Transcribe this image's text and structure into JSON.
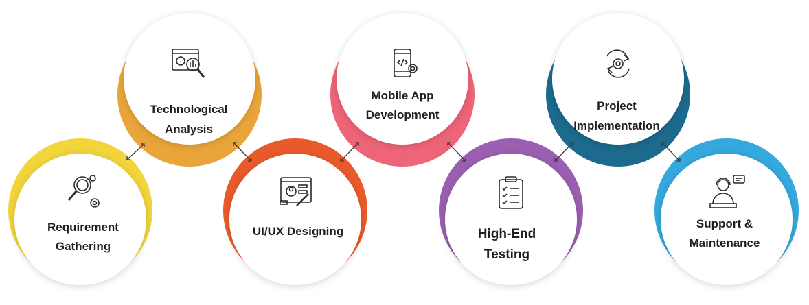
{
  "steps": [
    {
      "line1": "Requirement",
      "line2": "Gathering",
      "color": "#F2D43B",
      "icon": "magnifier-gear-icon"
    },
    {
      "line1": "Technological",
      "line2": "Analysis",
      "color": "#E9A53A",
      "icon": "dashboard-analysis-icon"
    },
    {
      "line1": "UI/UX Designing",
      "line2": "",
      "color": "#E95A2A",
      "icon": "ui-design-icon"
    },
    {
      "line1": "Mobile App",
      "line2": "Development",
      "color": "#EE6478",
      "icon": "mobile-code-icon"
    },
    {
      "line1": "High-End",
      "line2": "Testing",
      "color": "#9A5FB0",
      "icon": "clipboard-checklist-icon"
    },
    {
      "line1": "Project",
      "line2": "Implementation",
      "color": "#1C6A8E",
      "icon": "cycle-gear-icon"
    },
    {
      "line1": "Support &",
      "line2": "Maintenance",
      "color": "#35A8DD",
      "icon": "support-agent-icon"
    }
  ]
}
